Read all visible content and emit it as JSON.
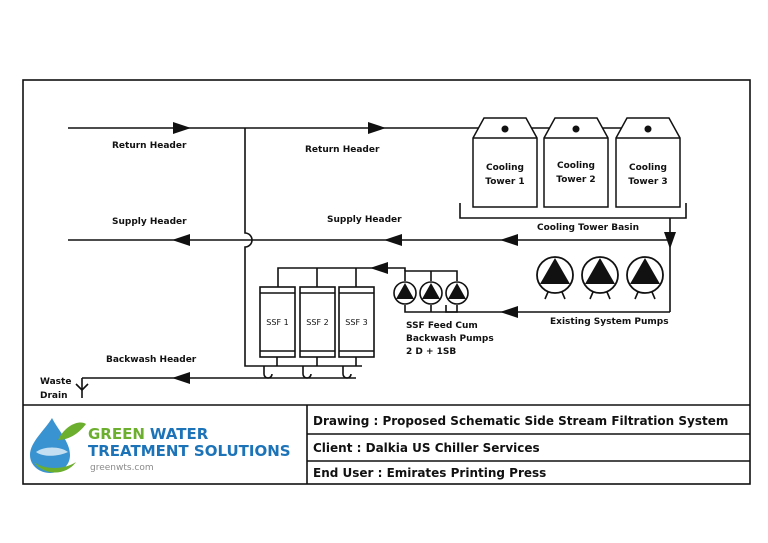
{
  "headers": {
    "return_left": "Return Header",
    "return_right": "Return Header",
    "supply_left": "Supply Header",
    "supply_right": "Supply Header",
    "backwash": "Backwash Header"
  },
  "waste_drain": [
    "Waste",
    "Drain"
  ],
  "cooling_towers": [
    {
      "line1": "Cooling",
      "line2": "Tower 1"
    },
    {
      "line1": "Cooling",
      "line2": "Tower 2"
    },
    {
      "line1": "Cooling",
      "line2": "Tower 3"
    }
  ],
  "cooling_tower_basin": "Cooling Tower Basin",
  "existing_pumps": "Existing System Pumps",
  "filters": [
    "SSF 1",
    "SSF 2",
    "SSF 3"
  ],
  "ssf_pumps_label": [
    "SSF Feed Cum",
    "Backwash Pumps",
    "2 D + 1SB"
  ],
  "title_block": {
    "company_line1_green": "GREEN",
    "company_line1_blue": "WATER",
    "company_line2": "TREATMENT SOLUTIONS",
    "website": "greenwts.com",
    "drawing": "Drawing : Proposed Schematic Side Stream Filtration System",
    "client": "Client : Dalkia US Chiller Services",
    "end_user": "End User : Emirates Printing Press"
  },
  "colors": {
    "green": "#6cae2e",
    "blue": "#1c73b8",
    "line": "#111111"
  }
}
